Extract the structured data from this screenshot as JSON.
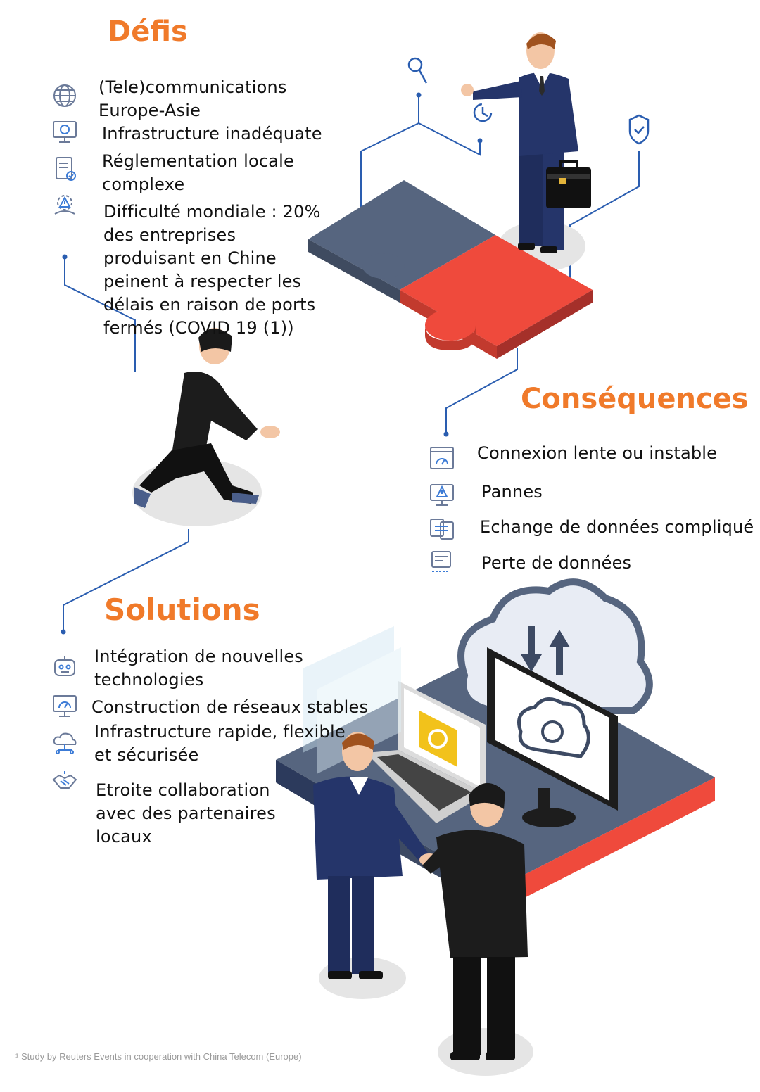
{
  "sections": {
    "defis": {
      "title": "Défis",
      "items": [
        {
          "icon": "globe-grid-icon",
          "lines": [
            "(Tele)communications",
            "Europe-Asie"
          ]
        },
        {
          "icon": "monitor-globe-icon",
          "lines": [
            "Infrastructure inadéquate"
          ]
        },
        {
          "icon": "document-check-icon",
          "lines": [
            "Réglementation locale",
            "complexe"
          ]
        },
        {
          "icon": "gear-warning-icon",
          "lines": [
            "Difficulté mondiale : 20%",
            "des entreprises",
            "produisant en Chine",
            "peinent à respecter les",
            "délais en raison de ports",
            "fermés (COVID 19 (1))"
          ]
        }
      ]
    },
    "consequences": {
      "title": "Conséquences",
      "items": [
        {
          "icon": "speedometer-window-icon",
          "lines": [
            "Connexion lente ou instable"
          ]
        },
        {
          "icon": "monitor-warning-icon",
          "lines": [
            "Pannes"
          ]
        },
        {
          "icon": "data-exchange-icon",
          "lines": [
            "Echange de données compliqué"
          ]
        },
        {
          "icon": "data-loss-icon",
          "lines": [
            "Perte de données"
          ]
        }
      ]
    },
    "solutions": {
      "title": "Solutions",
      "items": [
        {
          "icon": "robot-chat-icon",
          "lines": [
            "Intégration de nouvelles",
            "technologies"
          ]
        },
        {
          "icon": "monitor-gauge-icon",
          "lines": [
            "Construction de réseaux stables"
          ]
        },
        {
          "icon": "cloud-network-icon",
          "lines": [
            "Infrastructure rapide, flexible",
            "et sécurisée"
          ]
        },
        {
          "icon": "handshake-icon",
          "lines": [
            "Etroite collaboration",
            "avec des partenaires",
            "locaux"
          ]
        }
      ]
    }
  },
  "footnote": "¹ Study by Reuters Events in cooperation with China Telecom (Europe)",
  "colors": {
    "accent": "#f07a2a",
    "line_blue": "#2a5db0",
    "puzzle_red": "#ef4a3c",
    "puzzle_slate": "#56657f",
    "suit_navy": "#1f2d5c"
  }
}
